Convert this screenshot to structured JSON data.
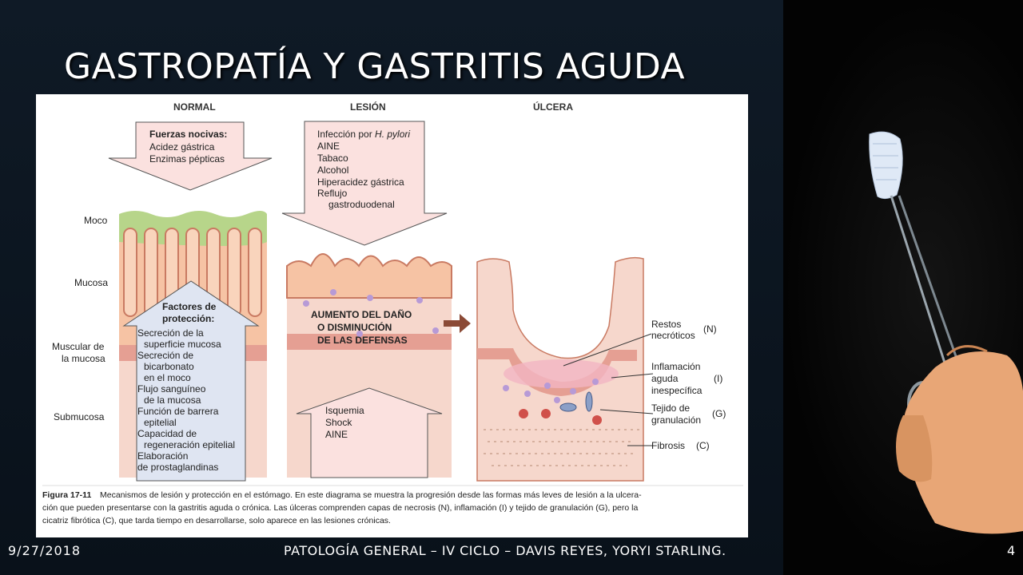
{
  "slide": {
    "title": "GASTROPATÍA Y GASTRITIS AGUDA",
    "footer_date": "9/27/2018",
    "footer_center": "PATOLOGÍA GENERAL – IV CICLO – DAVIS REYES, YORYI STARLING.",
    "page_number": "4"
  },
  "figure": {
    "headers": [
      "NORMAL",
      "LESIÓN",
      "ÚLCERA"
    ],
    "layers": [
      "Moco",
      "Mucosa",
      "Muscular de",
      "la mucosa",
      "Submucosa"
    ],
    "noxious": {
      "title": "Fuerzas nocivas:",
      "items": [
        "Acidez gástrica",
        "Enzimas pépticas"
      ]
    },
    "protection": {
      "title_1": "Factores de",
      "title_2": "protección:",
      "items": [
        "Secreción de la",
        "superficie mucosa",
        "Secreción de",
        "bicarbonato",
        "en el moco",
        "Flujo sanguíneo",
        "de la mucosa",
        "Función de barrera",
        "epitelial",
        "Capacidad de",
        "regeneración epitelial",
        "Elaboración",
        "de prostaglandinas"
      ]
    },
    "lesion_causes": {
      "line1_prefix": "Infección por ",
      "line1_italic": "H. pylori",
      "items": [
        "AINE",
        "Tabaco",
        "Alcohol",
        "Hiperacidez gástrica",
        "Reflujo",
        "gastroduodenal"
      ]
    },
    "damage": [
      "AUMENTO DEL DAÑO",
      "O DISMINUCIÓN",
      "DE LAS DEFENSAS"
    ],
    "lesion_up": [
      "Isquemia",
      "Shock",
      "AINE"
    ],
    "ulcer_labels": {
      "n": [
        "Restos",
        "necróticos",
        "(N)"
      ],
      "i": [
        "Inflamación",
        "aguda",
        "inespecífica",
        "(I)"
      ],
      "g": [
        "Tejido de",
        "granulación",
        "(G)"
      ],
      "c": [
        "Fibrosis",
        "(C)"
      ]
    },
    "caption": {
      "label": "Figura 17-11",
      "lines": [
        "Mecanismos de lesión y protección en el estómago. En este diagrama se muestra la progresión desde las formas más leves de lesión a la ulcera-",
        "ción que pueden presentarse con la gastritis aguda o crónica. Las úlceras comprenden capas de necrosis (N), inflamación (I) y tejido de granulación (G), pero la",
        "cicatriz fibrótica (C), que tarda tiempo en desarrollarse, solo aparece en las lesiones crónicas."
      ]
    }
  },
  "colors": {
    "background": "#0b1118",
    "mucus": "#b7d58a",
    "mucosa": "#f6c3a4",
    "muscularis": "#e8a59a",
    "submucosa": "#f6d7cc",
    "arrow_pink": "#fbe1df",
    "arrow_blue": "#dfe5f2"
  }
}
